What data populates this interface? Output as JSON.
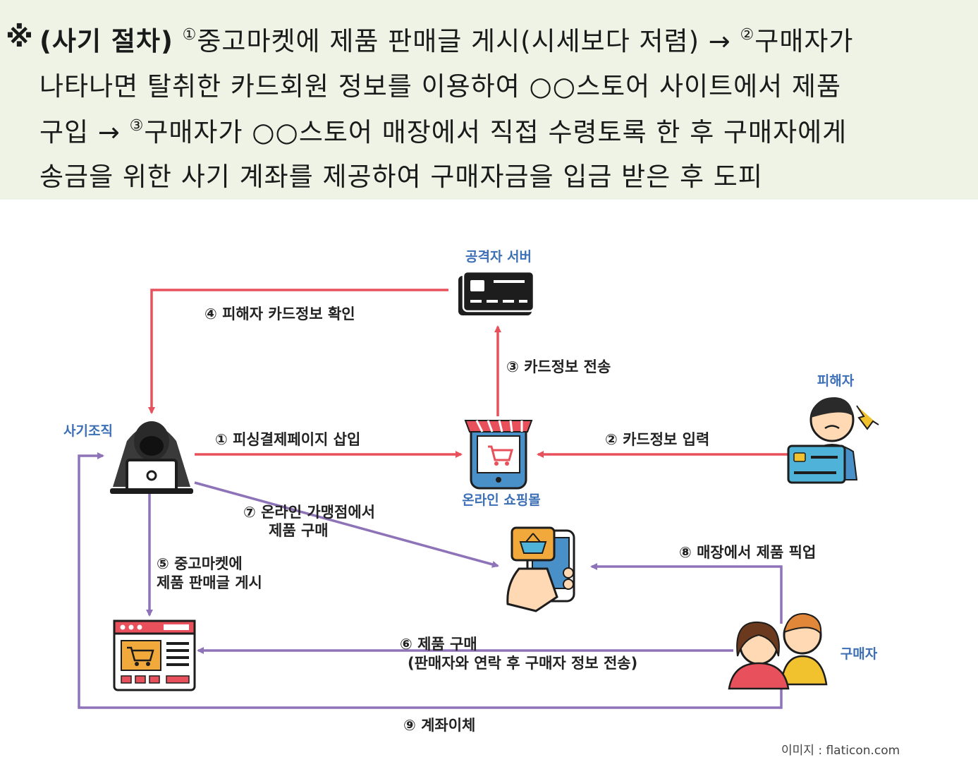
{
  "procedure": {
    "marker": "※",
    "title": "(사기 절차)",
    "num1": "①",
    "line1_a": "중고마켓에 제품 판매글 게시(시세보다 저렴) →",
    "num2": "②",
    "line1_b": "구매자가",
    "line2": "나타나면 탈취한 카드회원 정보를 이용하여 ○○스토어 사이트에서 제품",
    "line3_a": "구입 →",
    "num3": "③",
    "line3_b": "구매자가 ○○스토어 매장에서 직접 수령토록 한 후 구매자에게",
    "line4": "송금을 위한 사기 계좌를 제공하여 구매자금을 입금 받은 후 도피"
  },
  "actors": {
    "attacker_server": "공격자 서버",
    "fraud_org": "사기조직",
    "online_mall": "온라인 쇼핑몰",
    "victim": "피해자",
    "buyer": "구매자"
  },
  "steps": {
    "s1": "① 피싱결제페이지 삽입",
    "s2": "② 카드정보 입력",
    "s3": "③ 카드정보 전송",
    "s4": "④ 피해자 카드정보 확인",
    "s5_l1": "⑤ 중고마켓에",
    "s5_l2": "제품 판매글 게시",
    "s6_l1": "⑥ 제품 구매",
    "s6_l2": "(판매자와 연락 후 구매자 정보 전송)",
    "s7_l1": "⑦ 온라인 가맹점에서",
    "s7_l2": "제품 구매",
    "s8": "⑧ 매장에서 제품 픽업",
    "s9": "⑨ 계좌이체"
  },
  "credit": "이미지 : flaticon.com",
  "colors": {
    "red_arrow": "#e8505b",
    "purple_arrow": "#8e73b8",
    "actor_label": "#3c6fb5",
    "box_bg": "#eef3e6"
  }
}
